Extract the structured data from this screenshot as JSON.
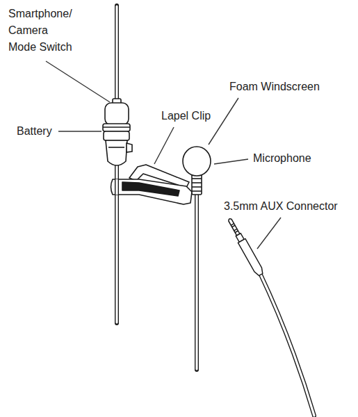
{
  "diagram": {
    "labels": [
      "Smartphone/ Camera Mode Switch",
      "Battery",
      "Lapel Clip",
      "Foam Windscreen",
      "Microphone",
      "3.5mm AUX Connector"
    ]
  }
}
